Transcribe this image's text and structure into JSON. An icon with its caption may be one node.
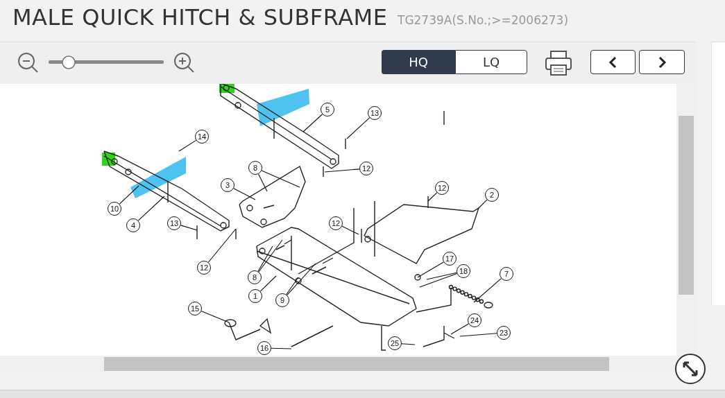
{
  "diagram": {
    "title": "MALE QUICK HITCH & SUBFRAME",
    "nodes": [
      {
        "text": [
          "5"
        ]
      },
      {
        "text": [
          "13"
        ]
      },
      {
        "text": [
          "14"
        ]
      },
      {
        "text": [
          "8"
        ]
      },
      {
        "text": [
          "12"
        ]
      },
      {
        "text": [
          "3"
        ]
      },
      {
        "text": [
          "12"
        ]
      },
      {
        "text": [
          "2"
        ]
      },
      {
        "text": [
          "10"
        ]
      },
      {
        "text": [
          "4"
        ]
      },
      {
        "text": [
          "13"
        ]
      },
      {
        "text": [
          "12"
        ]
      },
      {
        "text": [
          "12"
        ]
      },
      {
        "text": [
          "17"
        ]
      },
      {
        "text": [
          "18"
        ]
      },
      {
        "text": [
          "8"
        ]
      },
      {
        "text": [
          "7"
        ]
      },
      {
        "text": [
          "1"
        ]
      },
      {
        "text": [
          "9"
        ]
      },
      {
        "text": [
          "15"
        ]
      },
      {
        "text": [
          "24"
        ]
      },
      {
        "text": [
          "23"
        ]
      },
      {
        "text": [
          "25"
        ]
      },
      {
        "text": [
          "16"
        ]
      }
    ],
    "edges": [
      {
        "from": 0,
        "to": null,
        "arrow": "none"
      },
      {
        "from": 1,
        "to": null,
        "arrow": "none"
      },
      {
        "from": 2,
        "to": null,
        "arrow": "none"
      },
      {
        "from": 3,
        "to": null,
        "arrow": "none"
      },
      {
        "from": 3,
        "to": null,
        "arrow": "none"
      },
      {
        "from": 4,
        "to": null,
        "arrow": "none"
      },
      {
        "from": 5,
        "to": null,
        "arrow": "none"
      },
      {
        "from": 6,
        "to": null,
        "arrow": "none"
      },
      {
        "from": 7,
        "to": null,
        "arrow": "none"
      },
      {
        "from": 8,
        "to": null,
        "arrow": "none"
      },
      {
        "from": 9,
        "to": null,
        "arrow": "none"
      },
      {
        "from": 10,
        "to": null,
        "arrow": "none"
      },
      {
        "from": 11,
        "to": null,
        "arrow": "none"
      },
      {
        "from": 12,
        "to": null,
        "arrow": "none"
      },
      {
        "from": 13,
        "to": null,
        "arrow": "none"
      },
      {
        "from": 14,
        "to": null,
        "arrow": "none"
      },
      {
        "from": 14,
        "to": null,
        "arrow": "none"
      },
      {
        "from": 15,
        "to": null,
        "arrow": "none"
      },
      {
        "from": 15,
        "to": null,
        "arrow": "none"
      },
      {
        "from": 16,
        "to": null,
        "arrow": "none"
      },
      {
        "from": 17,
        "to": null,
        "arrow": "none"
      },
      {
        "from": 18,
        "to": null,
        "arrow": "none"
      },
      {
        "from": 18,
        "to": null,
        "arrow": "none"
      },
      {
        "from": 19,
        "to": null,
        "arrow": "none"
      },
      {
        "from": 20,
        "to": null,
        "arrow": "none"
      },
      {
        "from": 21,
        "to": null,
        "arrow": "none"
      },
      {
        "from": 22,
        "to": null,
        "arrow": "none"
      },
      {
        "from": 23,
        "to": null,
        "arrow": "none"
      }
    ],
    "labels": [
      "TG2739A(S.No.;>=2006273)",
      "HQ",
      "LQ"
    ]
  }
}
